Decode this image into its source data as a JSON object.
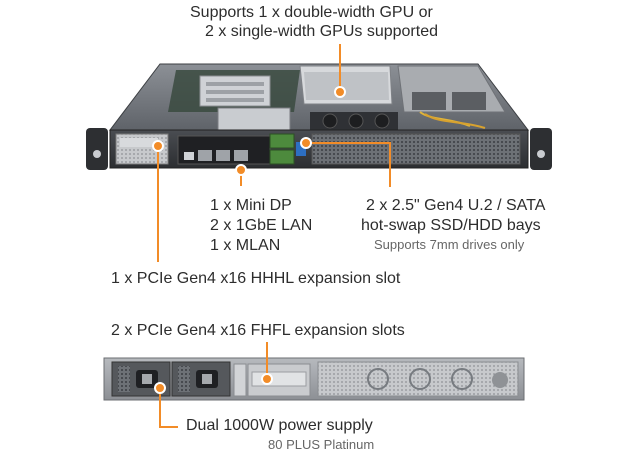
{
  "colors": {
    "accent": "#f28c28",
    "chassis": "#7a7e84",
    "chassis_dark": "#3a3d41",
    "background": "#ffffff"
  },
  "callouts": {
    "gpu": {
      "line1": "Supports 1 x double-width GPU or",
      "line2": "2 x single-width GPUs supported"
    },
    "io": {
      "line1": "1 x Mini DP",
      "line2": "2 x 1GbE LAN",
      "line3": "1 x MLAN"
    },
    "storage": {
      "line1": "2 x 2.5\" Gen4 U.2 / SATA",
      "line2": "hot-swap SSD/HDD bays",
      "note": "Supports 7mm drives only"
    },
    "hhhl": {
      "label": "1 x PCIe Gen4 x16 HHHL expansion slot"
    },
    "fhfl": {
      "label": "2 x PCIe Gen4 x16 FHFL expansion slots"
    },
    "psu": {
      "label": "Dual 1000W power supply",
      "note": "80 PLUS Platinum"
    }
  }
}
